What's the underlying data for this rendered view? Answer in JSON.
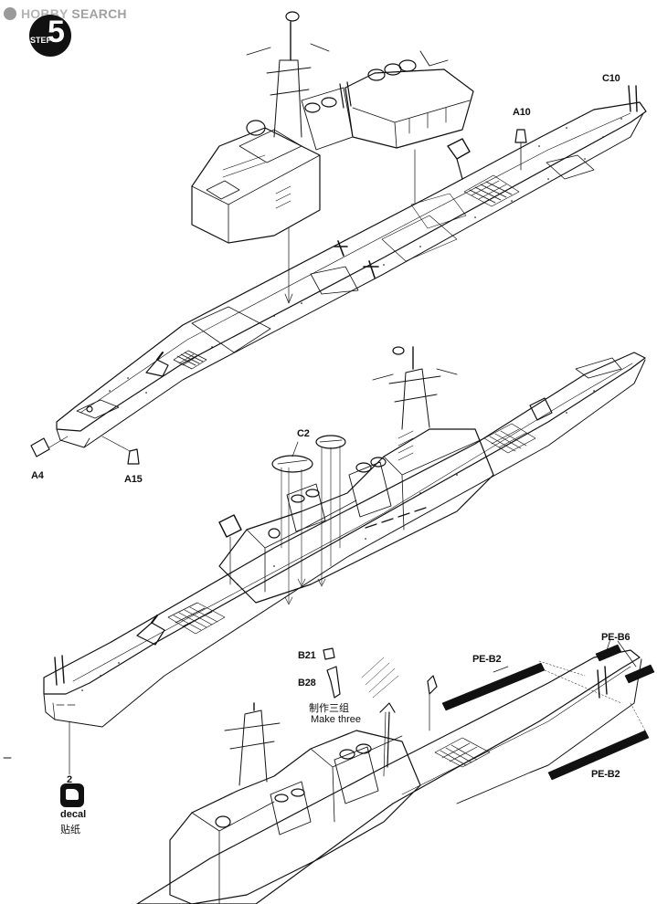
{
  "watermark": {
    "brand": "HOBBY",
    "brand2": "SEARCH"
  },
  "step": {
    "word": "STEP",
    "number": "5"
  },
  "parts": {
    "c10": "C10",
    "a10": "A10",
    "a4": "A4",
    "a15": "A15",
    "c2": "C2",
    "b21": "B21",
    "b28": "B28",
    "pe_b2_top": "PE-B2",
    "pe_b6": "PE-B6",
    "pe_b2_bottom": "PE-B2",
    "decal_number": "2"
  },
  "notes": {
    "make_three_cn": "制作三组",
    "make_three_en": "Make three",
    "decal_en": "decal",
    "decal_cn": "贴纸"
  },
  "colors": {
    "ink": "#111111",
    "watermark": "#a0a0a0",
    "paper": "#ffffff"
  }
}
